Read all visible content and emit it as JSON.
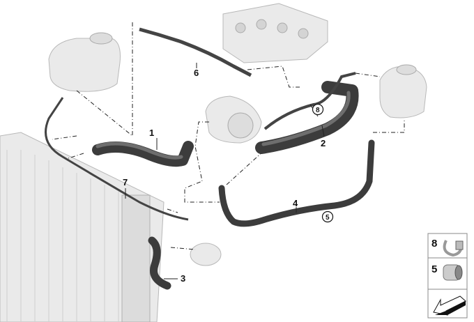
{
  "diagram": {
    "part_labels": [
      {
        "id": "1",
        "text": "1",
        "circled": false
      },
      {
        "id": "2",
        "text": "2",
        "circled": false
      },
      {
        "id": "3",
        "text": "3",
        "circled": false
      },
      {
        "id": "4",
        "text": "4",
        "circled": false
      },
      {
        "id": "5",
        "text": "5",
        "circled": true
      },
      {
        "id": "6",
        "text": "6",
        "circled": false
      },
      {
        "id": "7",
        "text": "7",
        "circled": false
      },
      {
        "id": "8",
        "text": "8",
        "circled": true
      }
    ],
    "legend": [
      {
        "number": "8",
        "icon": "hose-clamp-icon"
      },
      {
        "number": "5",
        "icon": "sleeve-coupling-icon"
      },
      {
        "number": "",
        "icon": "arrow-down-left-icon"
      }
    ]
  }
}
